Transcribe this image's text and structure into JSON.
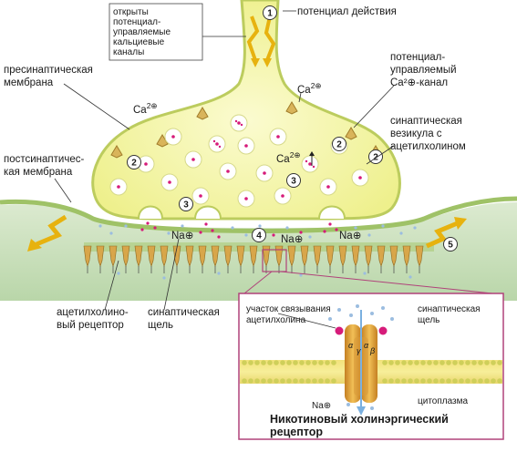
{
  "labels": {
    "channels_open": [
      "открыты",
      "потенциал-",
      "управляемые",
      "кальциевые",
      "каналы"
    ],
    "action_potential": "потенциал действия",
    "presynaptic_membrane": [
      "пресинаптическая",
      "мембрана"
    ],
    "ca_ion": "Ca",
    "ca_superscript": "2⊕",
    "voltage_gated_ca_channel": [
      "потенциал-",
      "управляемый",
      "Ca²⊕-канал"
    ],
    "synaptic_vesicle": [
      "синаптическая",
      "везикула с",
      "ацетилхолином"
    ],
    "postsynaptic_membrane": [
      "постсинаптичес-",
      "кая мембрана"
    ],
    "na_ion": "Na⊕",
    "ach_receptor": [
      "ацетилхолино-",
      "вый рецептор"
    ],
    "synaptic_cleft": [
      "синаптическая",
      "щель"
    ],
    "inset_binding_site": [
      "участок связывания",
      "ацетилхолина"
    ],
    "inset_synaptic_cleft": [
      "синаптическая",
      "щель"
    ],
    "inset_cytoplasm": "цитоплазма",
    "inset_na": "Na⊕",
    "inset_title": [
      "Никотиновый холинэргический",
      "рецептор"
    ],
    "subunits": [
      "α",
      "γ",
      "α",
      "β"
    ]
  },
  "step_numbers": [
    "1",
    "2",
    "2",
    "2",
    "3",
    "3",
    "4",
    "5"
  ],
  "colors": {
    "terminal_fill": "#f4f3a8",
    "terminal_edge": "#c9d36a",
    "postsynaptic_fill": "#cde4c2",
    "membrane": "#aac86a",
    "vesicle": "#ffffff",
    "ach_dot": "#d61b7a",
    "na_dot": "#9bbde0",
    "receptor": "#e8b24a",
    "potential_arrow": "#f3c21a",
    "inset_border": "#b0427a"
  },
  "icons": [
    "action-potential-arrow-icon",
    "calcium-channel-icon",
    "vesicle-icon",
    "receptor-icon",
    "sodium-ion-icon",
    "acetylcholine-icon"
  ]
}
